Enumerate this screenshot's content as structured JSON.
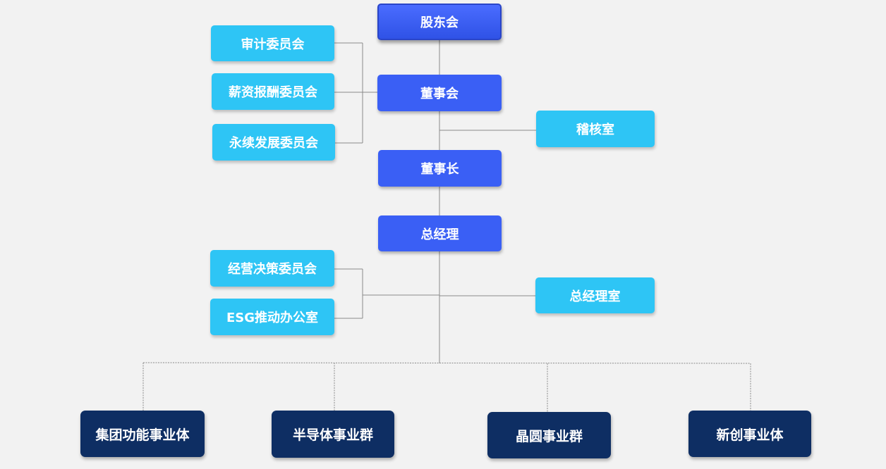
{
  "org": {
    "shareholders": "股东会",
    "board": "董事会",
    "chairman": "董事长",
    "gm": "总经理",
    "committees_board": [
      "审计委员会",
      "薪资报酬委员会",
      "永续发展委员会"
    ],
    "audit_office": "稽核室",
    "committees_gm": [
      "经营决策委员会",
      "ESG推动办公室"
    ],
    "gm_office": "总经理室",
    "business_units": [
      "集团功能事业体",
      "半导体事业群",
      "晶圆事业群",
      "新创事业体"
    ]
  },
  "colors": {
    "background": "#f2f2f2",
    "main_node": "#3a5ff5",
    "side_node": "#2ec5f5",
    "unit_node": "#0e2e63",
    "connector": "#8a8a8a"
  }
}
